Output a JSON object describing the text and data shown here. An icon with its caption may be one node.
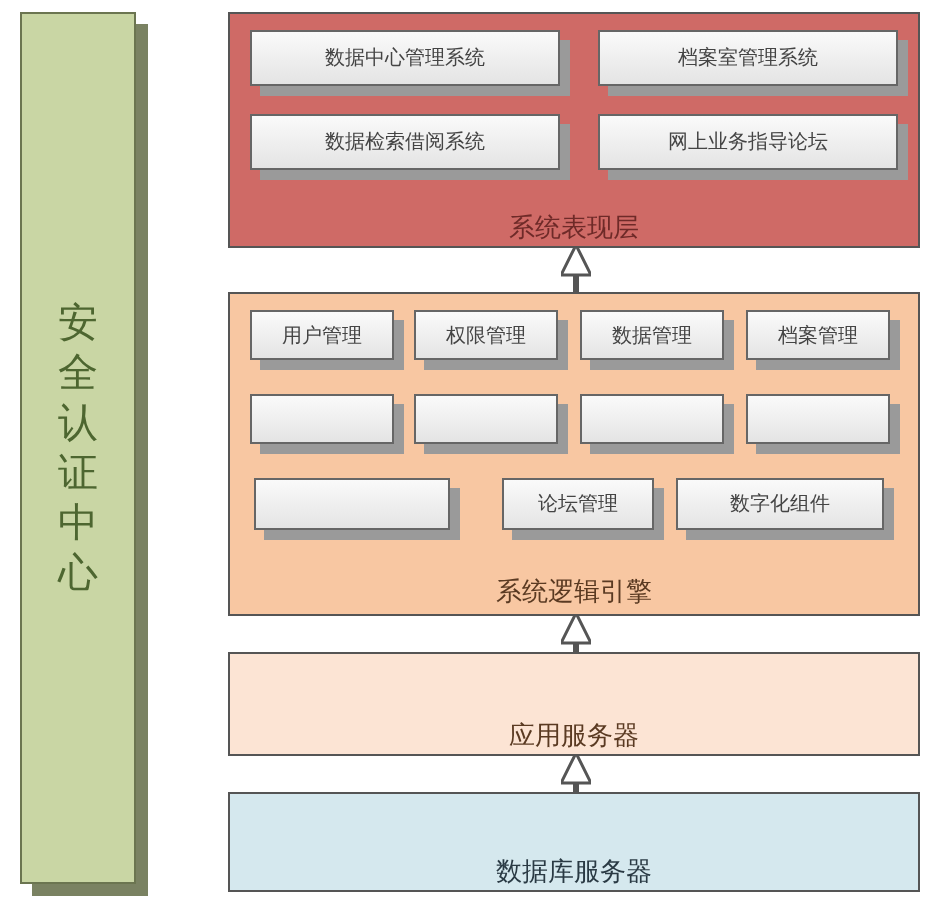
{
  "diagram": {
    "nodes": [
      {
        "text": [
          "安全认证中心"
        ]
      },
      {
        "text": [
          "系统表现层"
        ]
      },
      {
        "text": [
          "数据中心管理系统"
        ],
        "in": 1
      },
      {
        "text": [
          "档案室管理系统"
        ],
        "in": 1
      },
      {
        "text": [
          "数据检索借阅系统"
        ],
        "in": 1
      },
      {
        "text": [
          "网上业务指导论坛"
        ],
        "in": 1
      },
      {
        "text": [
          "系统逻辑引擎"
        ]
      },
      {
        "text": [
          "用户管理"
        ],
        "in": 6
      },
      {
        "text": [
          "权限管理"
        ],
        "in": 6
      },
      {
        "text": [
          "数据管理"
        ],
        "in": 6
      },
      {
        "text": [
          "档案管理"
        ],
        "in": 6
      },
      {
        "text": [],
        "shape": "box",
        "in": 6
      },
      {
        "text": [],
        "shape": "box",
        "in": 6
      },
      {
        "text": [],
        "shape": "box",
        "in": 6
      },
      {
        "text": [],
        "shape": "box",
        "in": 6
      },
      {
        "text": [],
        "shape": "box",
        "in": 6
      },
      {
        "text": [
          "论坛管理"
        ],
        "in": 6
      },
      {
        "text": [
          "数字化组件"
        ],
        "in": 6
      },
      {
        "text": [
          "应用服务器"
        ]
      },
      {
        "text": [
          "数据库服务器"
        ]
      }
    ],
    "edges": [
      {
        "from": 19,
        "to": 18,
        "arrow": "to"
      },
      {
        "from": 18,
        "to": 6,
        "arrow": "to"
      },
      {
        "from": 6,
        "to": 1,
        "arrow": "to"
      }
    ]
  }
}
